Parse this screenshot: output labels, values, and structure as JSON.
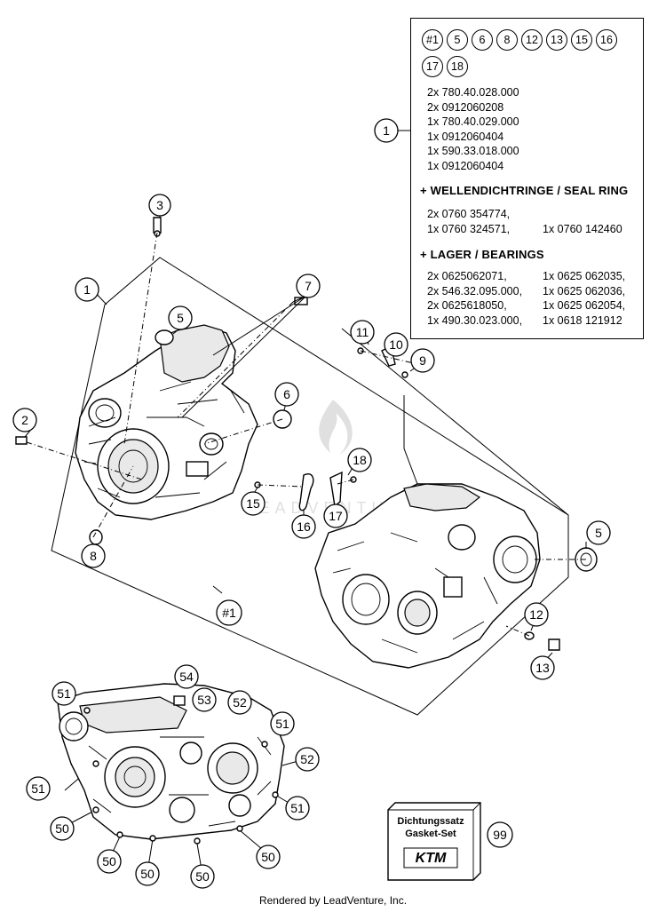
{
  "legend": {
    "chips_row1": [
      "#1",
      "5",
      "6",
      "8",
      "12",
      "13",
      "15",
      "16"
    ],
    "chips_row2": [
      "17",
      "18"
    ],
    "parts": [
      "2x 780.40.028.000",
      "2x 0912060208",
      "1x 780.40.029.000",
      "1x 0912060404",
      "1x 590.33.018.000",
      "1x 0912060404"
    ],
    "seal_title": "+ WELLENDICHTRINGE /  SEAL RING",
    "seal_items": [
      "2x 0760 354774,",
      "",
      "1x 0760 324571,",
      "1x 0760 142460"
    ],
    "bearing_title": "+ LAGER / BEARINGS",
    "bearing_items": [
      "2x 0625062071,",
      "1x 0625 062035,",
      "2x 546.32.095.000,",
      "1x 0625 062036,",
      "2x 0625618050,",
      "1x 0625 062054,",
      "1x 490.30.023.000,",
      "1x 0618 121912"
    ]
  },
  "callouts": {
    "c1_legend": "1",
    "c3": "3",
    "c1": "1",
    "c7": "7",
    "c5_left": "5",
    "c11": "11",
    "c10": "10",
    "c9": "9",
    "c6": "6",
    "c2": "2",
    "c18": "18",
    "c15": "15",
    "c16": "16",
    "c17": "17",
    "c8": "8",
    "c5_right": "5",
    "c12": "12",
    "c13": "13",
    "c_hash1": "#1",
    "c54": "54",
    "c51_a": "51",
    "c53": "53",
    "c52_a": "52",
    "c51_b": "51",
    "c52_b": "52",
    "c51_c": "51",
    "c51_d": "51",
    "c50_a": "50",
    "c50_b": "50",
    "c50_c": "50",
    "c50_d": "50",
    "c50_e": "50",
    "c99": "99"
  },
  "gasket_set": {
    "line1": "Dichtungssatz",
    "line2": "Gasket-Set",
    "brand": "KTM"
  },
  "watermark": "LEADVENTURE",
  "footer": "Rendered by LeadVenture, Inc."
}
